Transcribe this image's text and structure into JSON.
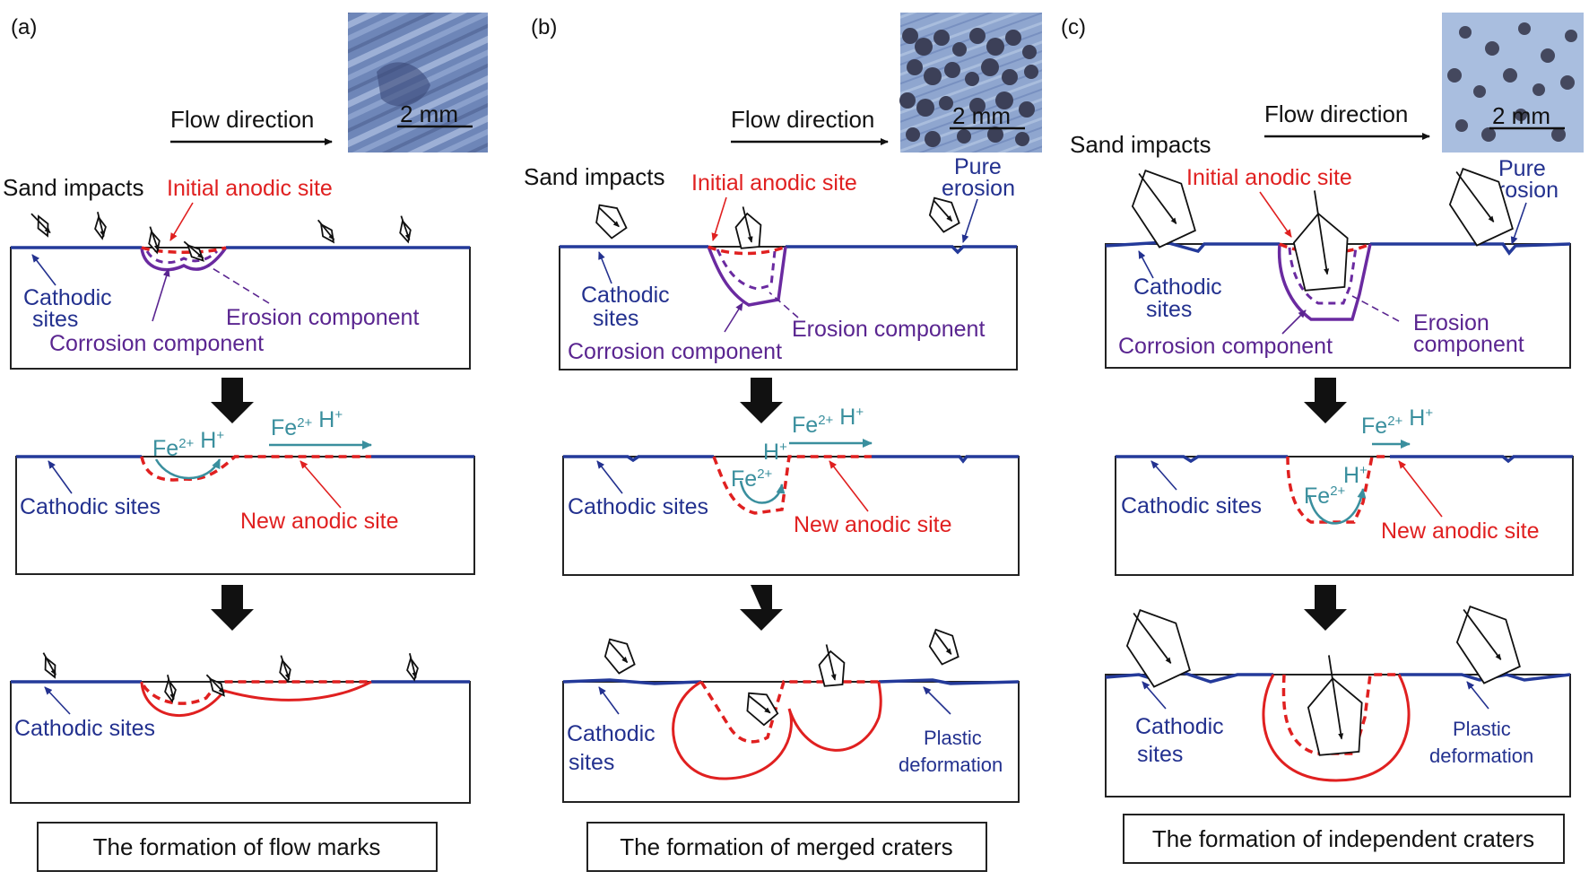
{
  "panels": [
    {
      "id": "a",
      "letter": "(a)",
      "flow_direction": "Flow direction",
      "scale_bar": "2 mm",
      "sand_impacts": "Sand impacts",
      "initial_anodic_site": "Initial anodic site",
      "cathodic_sites_1_line1": "Cathodic",
      "cathodic_sites_1_line2": "sites",
      "erosion_component": "Erosion component",
      "corrosion_component": "Corrosion component",
      "ions_left": "Fe2+ H+",
      "ions_right": "Fe2+ H+",
      "cathodic_sites_2": "Cathodic sites",
      "new_anodic_site": "New anodic site",
      "cathodic_sites_3": "Cathodic sites",
      "caption": "The formation of flow marks"
    },
    {
      "id": "b",
      "letter": "(b)",
      "flow_direction": "Flow direction",
      "scale_bar": "2 mm",
      "sand_impacts": "Sand impacts",
      "initial_anodic_site": "Initial anodic site",
      "pure_erosion_line1": "Pure",
      "pure_erosion_line2": "erosion",
      "cathodic_sites_1_line1": "Cathodic",
      "cathodic_sites_1_line2": "sites",
      "erosion_component": "Erosion component",
      "corrosion_component": "Corrosion component",
      "ions_top": "Fe2+ H+",
      "ion_h": "H+",
      "ion_fe": "Fe2+",
      "cathodic_sites_2": "Cathodic sites",
      "new_anodic_site": "New anodic site",
      "cathodic_sites_3_line1": "Cathodic",
      "cathodic_sites_3_line2": "sites",
      "plastic_line1": "Plastic",
      "plastic_line2": "deformation",
      "caption": "The formation of merged craters"
    },
    {
      "id": "c",
      "letter": "(c)",
      "flow_direction": "Flow direction",
      "scale_bar": "2 mm",
      "sand_impacts": "Sand impacts",
      "initial_anodic_site": "Initial anodic site",
      "pure_erosion_line1": "Pure",
      "pure_erosion_line2": "erosion",
      "cathodic_sites_1_line1": "Cathodic",
      "cathodic_sites_1_line2": "sites",
      "corrosion_component": "Corrosion component",
      "erosion_line1": "Erosion",
      "erosion_line2": "component",
      "ions_top": "Fe2+ H+",
      "ion_h": "H+",
      "ion_fe": "Fe2+",
      "cathodic_sites_2": "Cathodic sites",
      "new_anodic_site": "New anodic site",
      "cathodic_sites_3_line1": "Cathodic",
      "cathodic_sites_3_line2": "sites",
      "plastic_line1": "Plastic",
      "plastic_line2": "deformation",
      "caption": "The formation of independent craters"
    }
  ],
  "colors": {
    "surface": "#243a9a",
    "anodic": "#e02020",
    "component": "#6a2aa0",
    "ions": "#3a8f9e"
  }
}
